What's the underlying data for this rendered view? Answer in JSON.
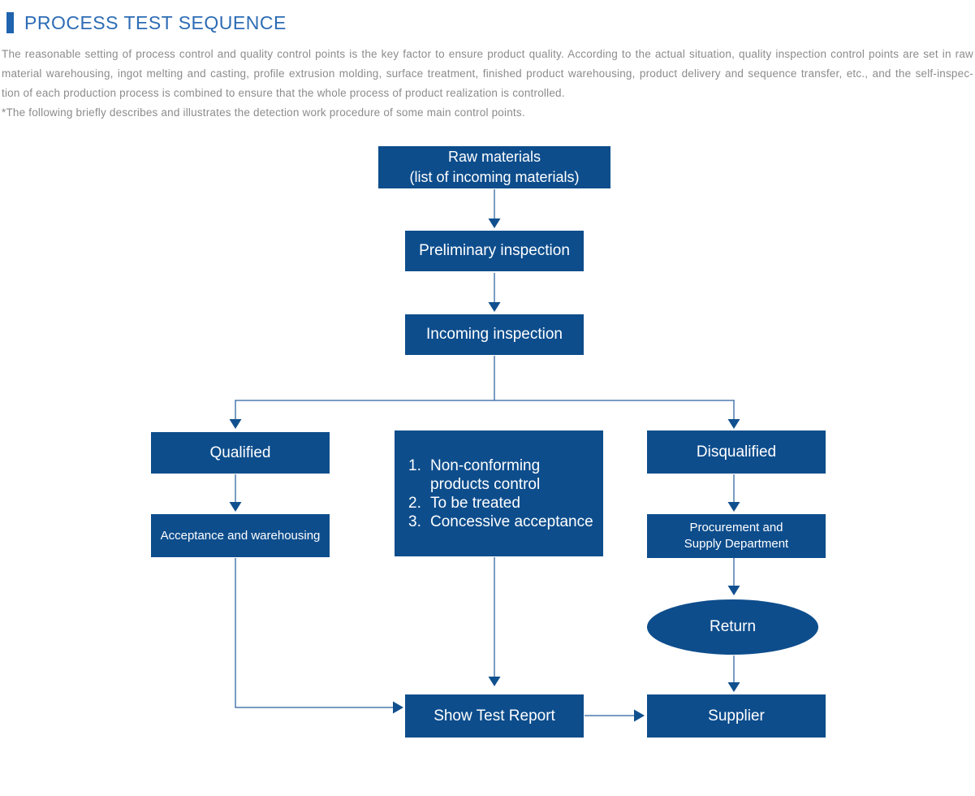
{
  "page": {
    "title": "PROCESS TEST SEQUENCE"
  },
  "intro": {
    "lines": [
      "The reasonable setting of process control and quality control points is the key factor to ensure product quality. According to the actual situation, quality inspection control points are set in raw",
      "material warehousing, ingot melting and casting, profile extrusion molding, surface treatment, finished product warehousing, product delivery and sequence transfer, etc., and the self-inspec-",
      "tion of each production process is combined to ensure that the whole process of product realization is controlled.",
      "*The following briefly describes and illustrates the detection work procedure of some main control points."
    ]
  },
  "flowchart": {
    "nodes": {
      "raw_materials": {
        "line1": "Raw materials",
        "line2": "(list of incoming materials)"
      },
      "preliminary_inspection": {
        "label": "Preliminary inspection"
      },
      "incoming_inspection": {
        "label": "Incoming inspection"
      },
      "qualified": {
        "label": "Qualified"
      },
      "nonconforming_list": {
        "items": [
          "Non-conforming products control",
          "To be treated",
          "Concessive acceptance"
        ]
      },
      "disqualified": {
        "label": "Disqualified"
      },
      "acceptance_warehousing": {
        "label": "Acceptance and warehousing"
      },
      "procurement_supply": {
        "line1": "Procurement and",
        "line2": "Supply Department"
      },
      "return_step": {
        "label": "Return"
      },
      "show_test_report": {
        "label": "Show Test Report"
      },
      "supplier": {
        "label": "Supplier"
      }
    },
    "colors": {
      "node_fill": "#0d4d8c",
      "connector_line": "#4d7aae",
      "arrowhead": "#11508f",
      "title_accent": "#2063ae",
      "title_text": "#2d6cb5",
      "intro_text": "#8c8c8c"
    }
  }
}
